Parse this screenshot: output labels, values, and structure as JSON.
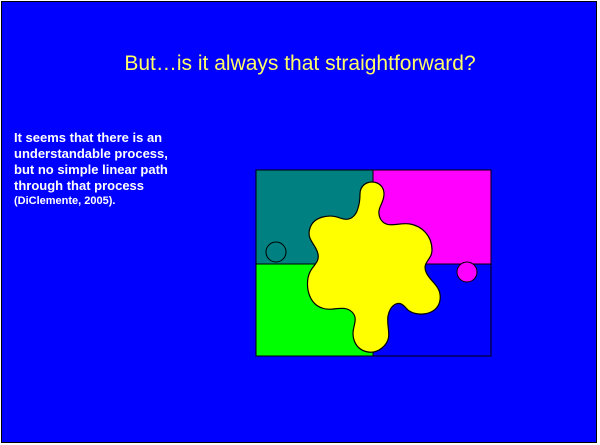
{
  "slide": {
    "title": "But…is it always that straightforward?",
    "body_main": "It seems that there is an understandable process, but no simple linear path through that process",
    "body_citation": "(DiClemente, 2005).",
    "colors": {
      "background": "#0000ff",
      "title": "#ffff66",
      "text": "#ffffff",
      "piece_teal": "#008080",
      "piece_magenta": "#ff00ff",
      "piece_green": "#00ff00",
      "piece_blue": "#0000ff",
      "piece_center": "#ffff00"
    },
    "image": {
      "icon": "puzzle-pieces-image"
    }
  }
}
